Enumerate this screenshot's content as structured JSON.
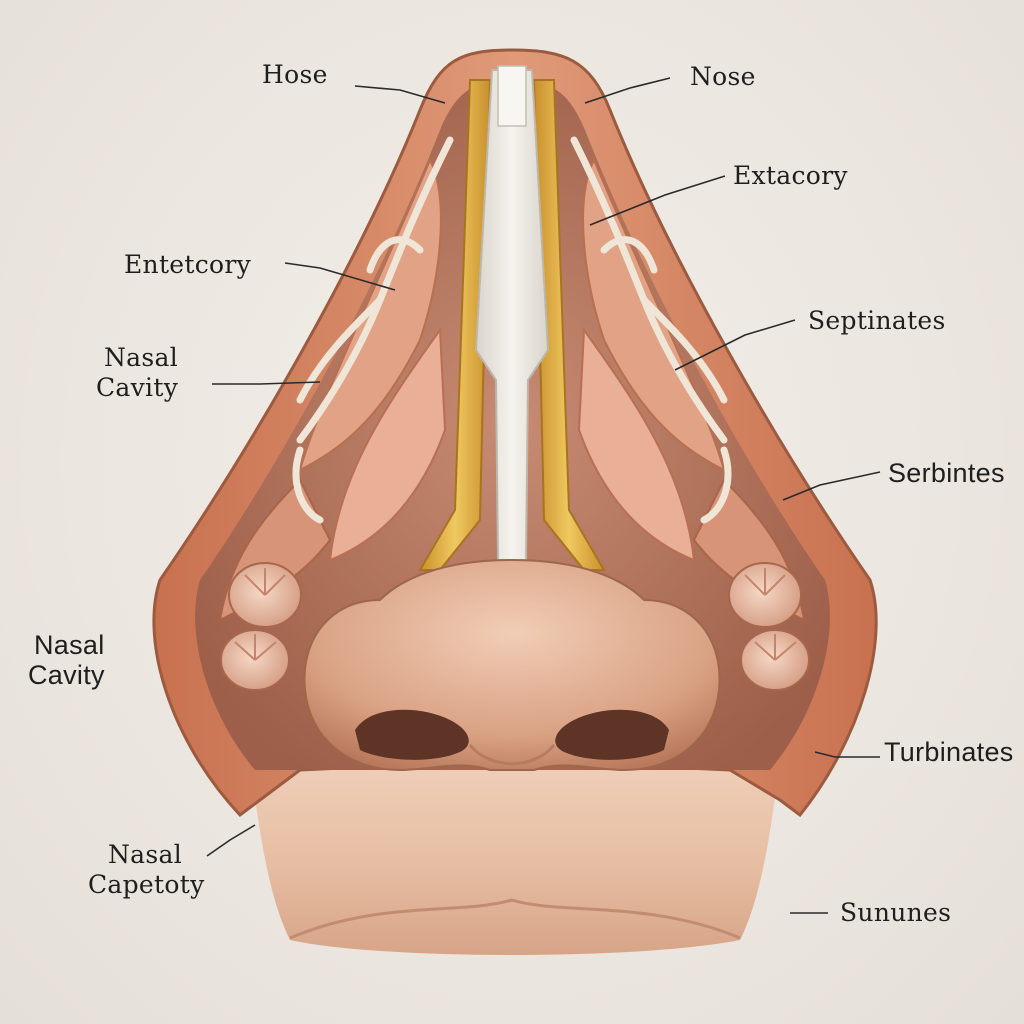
{
  "labels": {
    "hose": "Hose",
    "nose": "Nose",
    "extacory": "Extacory",
    "entetcory": "Entetcory",
    "septinates": "Septinates",
    "nasal_cavity_upper_1": "Nasal",
    "nasal_cavity_upper_2": "Cavity",
    "serbintes": "Serbintes",
    "nasal_cavity_middle_1": "Nasal",
    "nasal_cavity_middle_2": "Cavity",
    "turbinates": "Turbinates",
    "nasal_capetoty_1": "Nasal",
    "nasal_capetoty_2": "Capetoty",
    "sununes": "Sununes"
  },
  "colors": {
    "background": "#ece8e1",
    "skin": "#e3b69a",
    "skin_shadow": "#b9826a",
    "tissue": "#d98c6d",
    "muscle": "#e7a488",
    "bone_yellow": "#e2b34a",
    "cartilage": "#f1ece3",
    "leader_line": "#2a2a2a"
  }
}
